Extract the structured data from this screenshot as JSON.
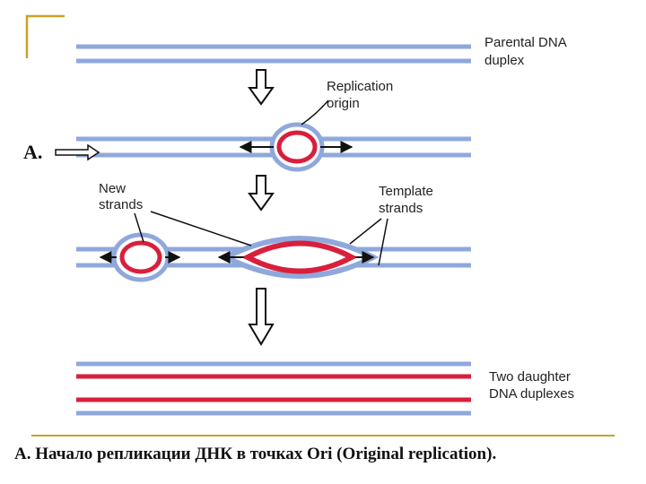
{
  "labels": {
    "parental_line1": "Parental DNA",
    "parental_line2": "duplex",
    "origin_line1": "Replication",
    "origin_line2": "origin",
    "marker": "A.",
    "new_line1": "New",
    "new_line2": "strands",
    "template_line1": "Template",
    "template_line2": "strands",
    "daughter_line1": "Two daughter",
    "daughter_line2": "DNA duplexes"
  },
  "caption": "A. Начало репликации ДНК в точках Ori (Original replication).",
  "colors": {
    "parental_strand": "#8fa8dc",
    "new_strand": "#d81f3c",
    "accent_frame": "#c9a227",
    "caption_rule": "#c9a227",
    "arrow": "#111111"
  }
}
